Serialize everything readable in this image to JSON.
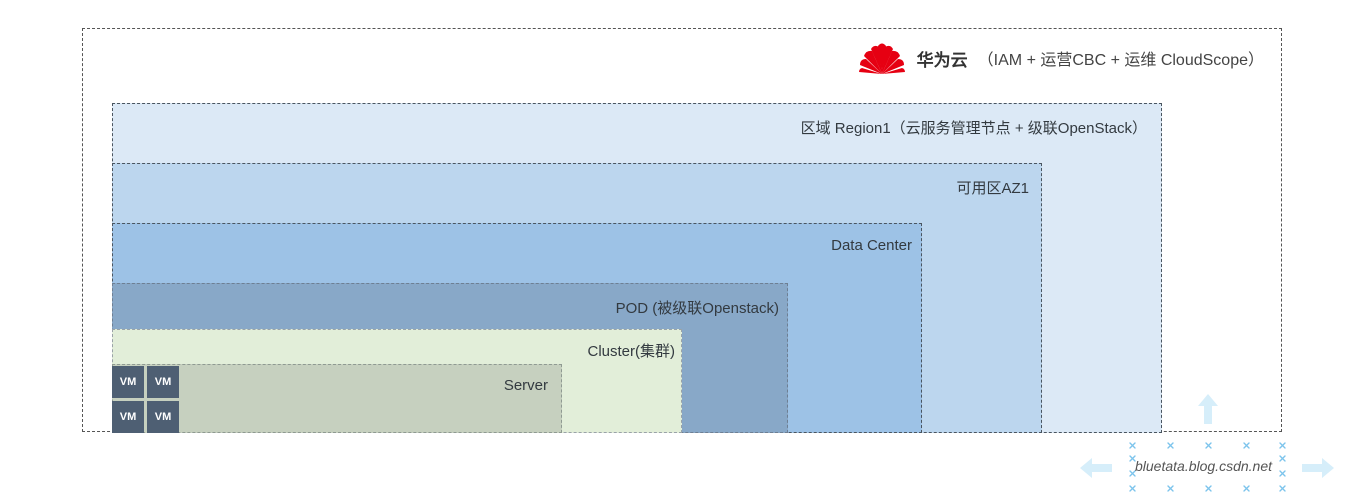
{
  "brand": {
    "name": "华为云",
    "description": "（IAM + 运营CBC + 运维 CloudScope）",
    "logo_color": "#e60012"
  },
  "layers": {
    "region": "区域 Region1（云服务管理节点 + 级联OpenStack）",
    "az": "可用区AZ1",
    "datacenter": "Data Center",
    "pod": "POD (被级联Openstack)",
    "cluster": "Cluster(集群)",
    "server": "Server"
  },
  "vms": [
    "VM",
    "VM",
    "VM",
    "VM"
  ],
  "watermark": "bluetata.blog.csdn.net",
  "colors": {
    "region": "#dce9f6",
    "az": "#bcd6ee",
    "datacenter": "#9dc2e6",
    "pod": "#88a8c8",
    "cluster": "#e2eed9",
    "server": "#c6d0bf",
    "vm": "#4e5f73"
  }
}
